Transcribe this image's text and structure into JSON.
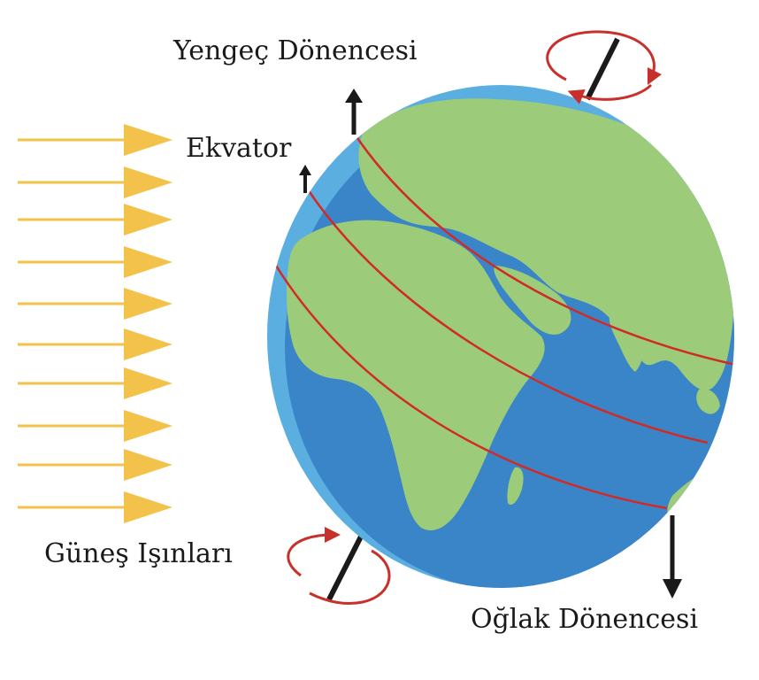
{
  "labels": {
    "cancer": "Yengeç Dönencesi",
    "equator": "Ekvator",
    "sun_rays": "Güneş Işınları",
    "capricorn": "Oğlak Dönencesi"
  },
  "colors": {
    "ray": "#f2c24a",
    "ocean": "#3a85c8",
    "ocean_light": "#5aaee0",
    "land": "#9ccb7a",
    "line": "#d02b26",
    "axis": "#1a1a1a",
    "rotation": "#c8312b"
  }
}
